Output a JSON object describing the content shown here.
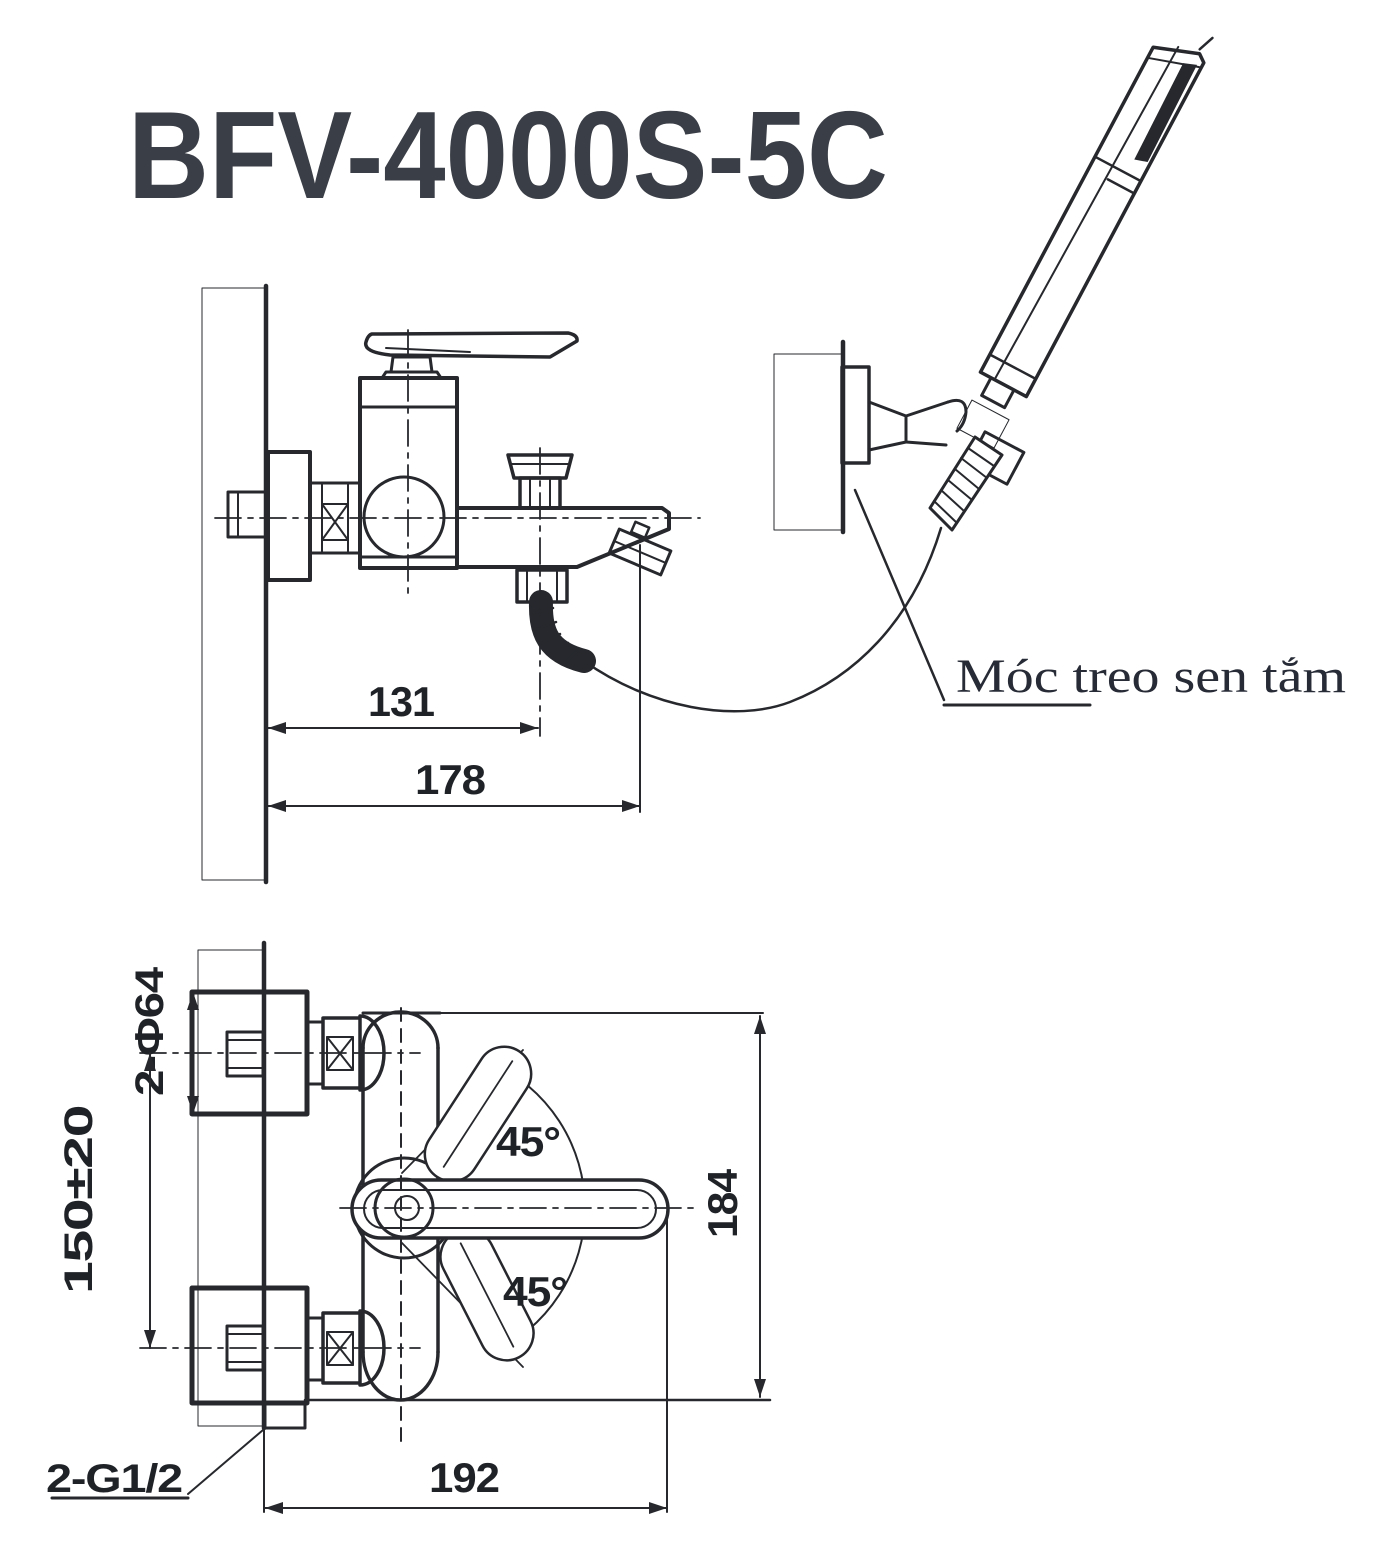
{
  "page": {
    "background": "#ffffff",
    "top_strip_color": "#e8e8e8",
    "line_color": "#26282d"
  },
  "title": "BFV-4000S-5C",
  "annotations": {
    "hook_label": "Móc treo sen tắm",
    "thread_label": "2-G1/2"
  },
  "dimensions": {
    "side_view": {
      "spout_center_offset": "131",
      "spout_tip_offset": "178"
    },
    "front_view": {
      "flange_diameter": "2-Φ64",
      "inlet_spacing": "150±20",
      "body_height": "184",
      "projection": "192",
      "handle_angle_up": "45°",
      "handle_angle_down": "45°"
    }
  }
}
